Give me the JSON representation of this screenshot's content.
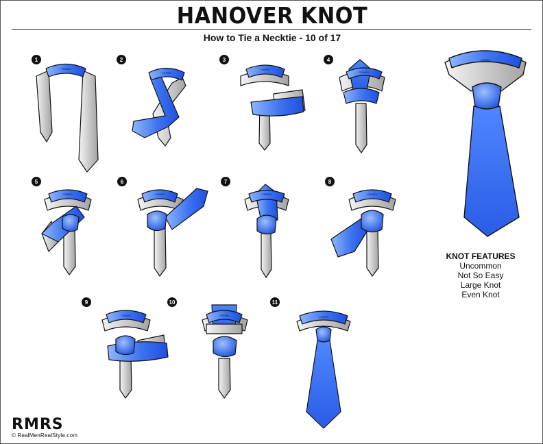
{
  "title": "HANOVER KNOT",
  "subtitle": "How to Tie a Necktie - 10 of 17",
  "steps": [
    {
      "number": "1",
      "collar_text": "©RMRS"
    },
    {
      "number": "2",
      "collar_text": "©RMRS"
    },
    {
      "number": "3",
      "collar_text": "©RMRS"
    },
    {
      "number": "4",
      "collar_text": "©RMRS"
    },
    {
      "number": "5",
      "collar_text": "©RMRS"
    },
    {
      "number": "6",
      "collar_text": "©RMRS"
    },
    {
      "number": "7",
      "collar_text": "©RMRS"
    },
    {
      "number": "8",
      "collar_text": "©RMRS"
    },
    {
      "number": "9",
      "collar_text": "©RMRS"
    },
    {
      "number": "10",
      "collar_text": "©RMRS"
    },
    {
      "number": "11",
      "collar_text": "©RMRS"
    }
  ],
  "final_collar_text": "©RMRS",
  "knot_features": {
    "heading": "KNOT FEATURES",
    "items": [
      "Uncommon",
      "Not So Easy",
      "Large Knot",
      "Even Knot"
    ]
  },
  "brand": {
    "logo": "RMRS",
    "website": "© RealMenRealStyle.com"
  },
  "colors": {
    "wide_blade_light": "#8fb6ff",
    "wide_blade_dark": "#1f4fe0",
    "narrow_blade_light": "#f2f2f2",
    "narrow_blade_dark": "#9e9e9e",
    "outline": "#111111"
  }
}
